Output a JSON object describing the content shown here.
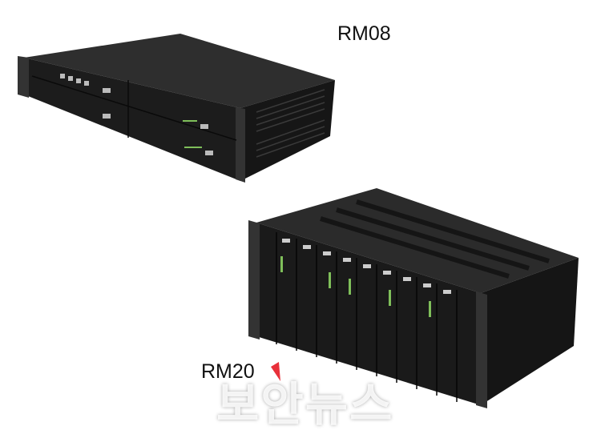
{
  "products": [
    {
      "label": "RM08"
    },
    {
      "label": "RM20"
    }
  ],
  "watermark": "보안뉴스",
  "colors": {
    "chassis": "#1e1e1e",
    "top": "#2c2c2c",
    "accent": "#e8303a"
  }
}
